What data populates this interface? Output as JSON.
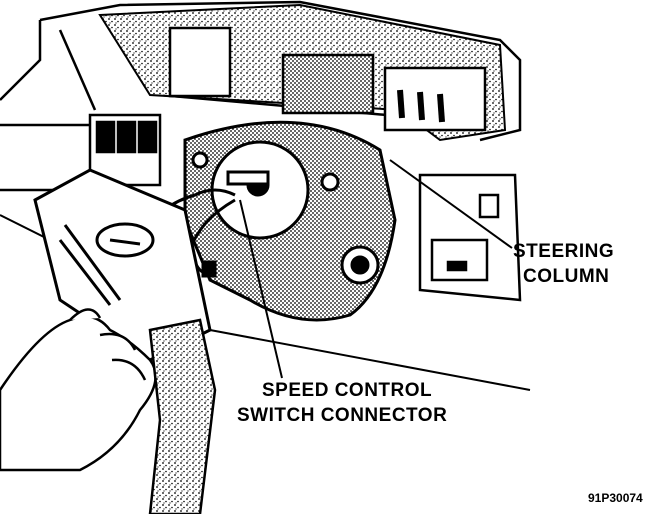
{
  "callouts": {
    "steering_column": {
      "line1": "STEERING",
      "line2": "COLUMN"
    },
    "speed_control": {
      "line1": "SPEED CONTROL",
      "line2": "SWITCH CONNECTOR"
    }
  },
  "figure_id": "91P30074",
  "colors": {
    "ink": "#000000",
    "paper": "#ffffff",
    "shade": "#8a8a8a"
  }
}
